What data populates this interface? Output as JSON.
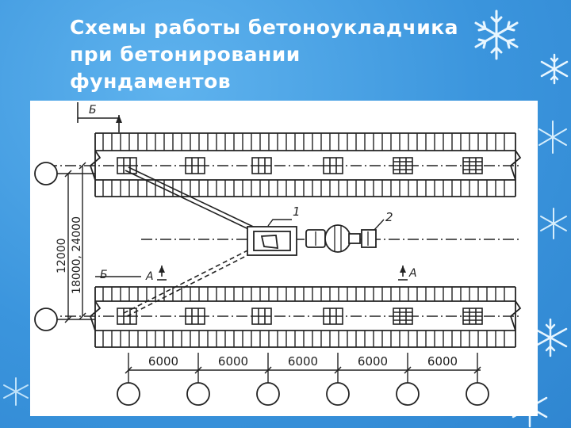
{
  "slide": {
    "title_lines": [
      "Схемы работы бетоноукладчика",
      "при бетонировании",
      "фундаментов"
    ]
  },
  "drawing": {
    "section_labels": {
      "top_b": "Б",
      "left_b": "Б",
      "left_a": "А",
      "right_a": "А"
    },
    "callouts": {
      "one": "1",
      "two": "2"
    },
    "vertical_dims": {
      "inner": "12000",
      "outer": "18000, 24000"
    },
    "bay_dims": [
      "6000",
      "6000",
      "6000",
      "6000",
      "6000"
    ]
  },
  "colors": {
    "background": "#3b95dd",
    "title": "#ffffff",
    "line": "#222222"
  },
  "icons": [
    "snowflake-icon"
  ]
}
